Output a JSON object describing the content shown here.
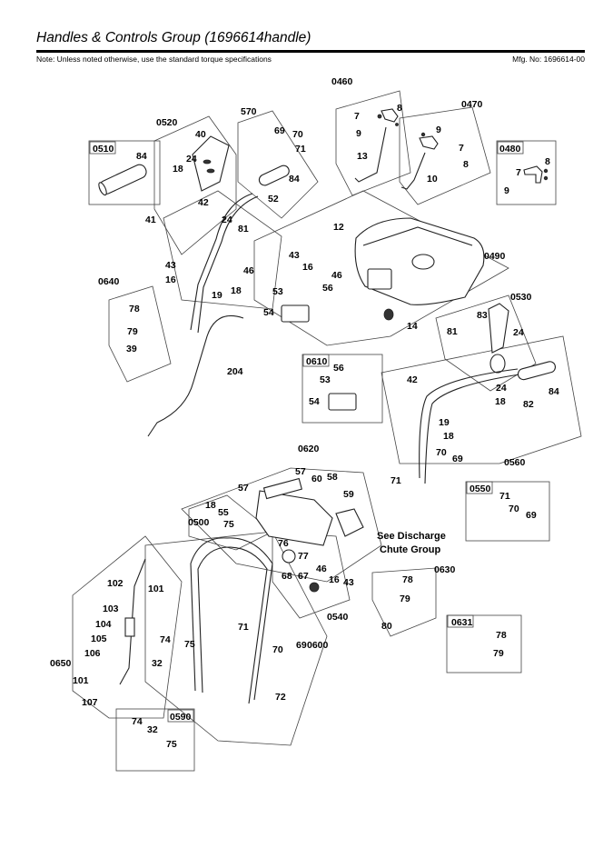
{
  "header": {
    "title": "Handles & Controls Group (1696614handle)",
    "note": "Note: Unless noted otherwise, use the standard torque specifications",
    "mfg": "Mfg. No: 1696614-00"
  },
  "groups": [
    "0460",
    "0470",
    "0480",
    "0510",
    "0520",
    "570",
    "0490",
    "0530",
    "0610",
    "0640",
    "0560",
    "0620",
    "0550",
    "0500",
    "0630",
    "0631",
    "0650",
    "0600",
    "0540",
    "0590"
  ],
  "boxed_groups": [
    "0510",
    "0480",
    "0610",
    "0550",
    "0631",
    "0590"
  ],
  "callout_note": "See Discharge Chute Group",
  "callout_lines": [
    "See Discharge",
    "Chute Group"
  ],
  "parts": {
    "g0460": [
      "7",
      "8",
      "9",
      "13"
    ],
    "g0470": [
      "9",
      "7",
      "8",
      "10"
    ],
    "g0480": [
      "7",
      "8",
      "9"
    ],
    "g0510": [
      "84"
    ],
    "g0520": [
      "40",
      "24",
      "18",
      "42",
      "41",
      "24",
      "81",
      "43",
      "16",
      "46",
      "19",
      "18"
    ],
    "g570": [
      "69",
      "70",
      "71",
      "84",
      "52"
    ],
    "g0490": [
      "12",
      "43",
      "16",
      "46",
      "53",
      "56",
      "54",
      "14"
    ],
    "g0640": [
      "78",
      "79",
      "39",
      "204"
    ],
    "g0610": [
      "56",
      "53",
      "54"
    ],
    "g0530": [
      "83",
      "81",
      "24"
    ],
    "g0560": [
      "42",
      "24",
      "18",
      "19",
      "18",
      "82",
      "84",
      "70",
      "69",
      "71"
    ],
    "g0620": [
      "57",
      "60",
      "58",
      "59",
      "57",
      "18",
      "55",
      "75",
      "76",
      "77",
      "46",
      "16",
      "43",
      "68",
      "67"
    ],
    "g0550": [
      "71",
      "70",
      "69"
    ],
    "g0630": [
      "78",
      "79",
      "80"
    ],
    "g0631": [
      "78",
      "79"
    ],
    "g0650": [
      "102",
      "101",
      "103",
      "104",
      "105",
      "106",
      "101",
      "107"
    ],
    "g0600": [
      "74",
      "75",
      "32",
      "71",
      "70",
      "69",
      "72"
    ],
    "g0590": [
      "74",
      "32",
      "75"
    ]
  }
}
